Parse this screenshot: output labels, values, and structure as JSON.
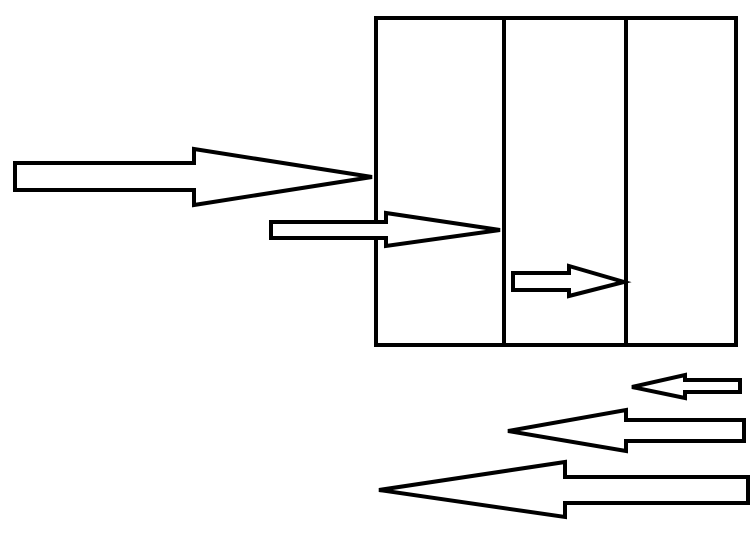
{
  "diagram": {
    "colors": {
      "background": "#ffffff",
      "stroke": "#000000"
    },
    "box": {
      "sections": 3
    },
    "incoming_arrows": [
      {
        "direction": "right",
        "ends_at_boundary": 1
      },
      {
        "direction": "right",
        "ends_at_boundary": 2
      },
      {
        "direction": "right",
        "ends_at_boundary": 3
      }
    ],
    "outgoing_arrows": [
      {
        "direction": "left"
      },
      {
        "direction": "left"
      },
      {
        "direction": "left"
      }
    ]
  }
}
